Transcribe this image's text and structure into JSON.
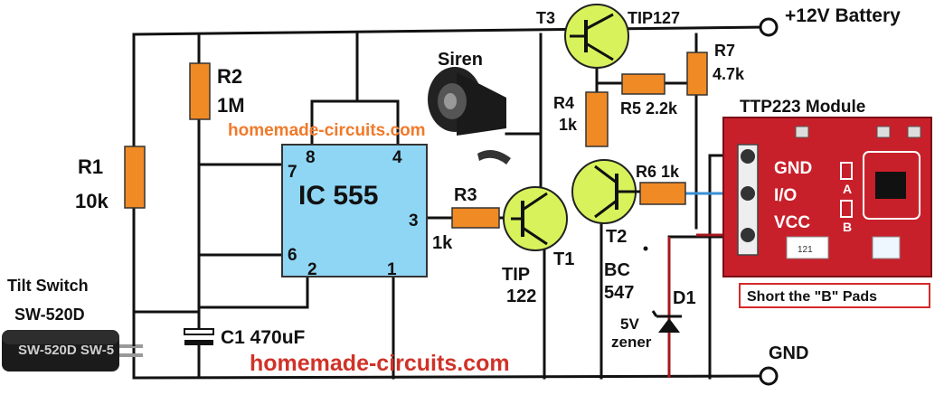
{
  "labels": {
    "supply": "+12V Battery",
    "gnd": "GND",
    "siren": "Siren",
    "t3": "T3",
    "tip127": "TIP127",
    "r7_name": "R7",
    "r7_val": "4.7k",
    "r4_name": "R4",
    "r4_val": "1k",
    "r5": "R5 2.2k",
    "r6": "R6 1k",
    "r2_name": "R2",
    "r2_val": "1M",
    "r1_name": "R1",
    "r1_val": "10k",
    "r3_name": "R3",
    "r3_val": "1k",
    "ic": "IC 555",
    "pin8": "8",
    "pin4": "4",
    "pin7": "7",
    "pin3": "3",
    "pin6": "6",
    "pin2": "2",
    "pin1": "1",
    "t1": "T1",
    "t1_type_1": "TIP",
    "t1_type_2": "122",
    "t2": "T2",
    "t2_type_1": "BC",
    "t2_type_2": "547",
    "d1": "D1",
    "zener_1": "5V",
    "zener_2": "zener",
    "c1": "C1 470uF",
    "tilt_title": "Tilt Switch",
    "tilt_model": "SW-520D",
    "tilt_body_text": "SW-520D SW-5",
    "module_title": "TTP223 Module",
    "mod_gnd": "GND",
    "mod_io": "I/O",
    "mod_vcc": "VCC",
    "mod_a": "A",
    "mod_b": "B",
    "mod_chip": "121",
    "note": "Short the \"B\" Pads"
  },
  "watermarks": {
    "top": "homemade-circuits.com",
    "bottom": "homemade-circuits.com"
  },
  "colors": {
    "resistor": "#f08a24",
    "ic_body": "#8fd6f4",
    "transistor": "#d8f25c",
    "module": "#c8202a",
    "note_border": "#d42a2a",
    "sense_wire": "#3a8fd4",
    "gnd_red_wire": "#a3181e",
    "watermark_top": "#f07a2a",
    "watermark_bottom": "#d03228"
  }
}
